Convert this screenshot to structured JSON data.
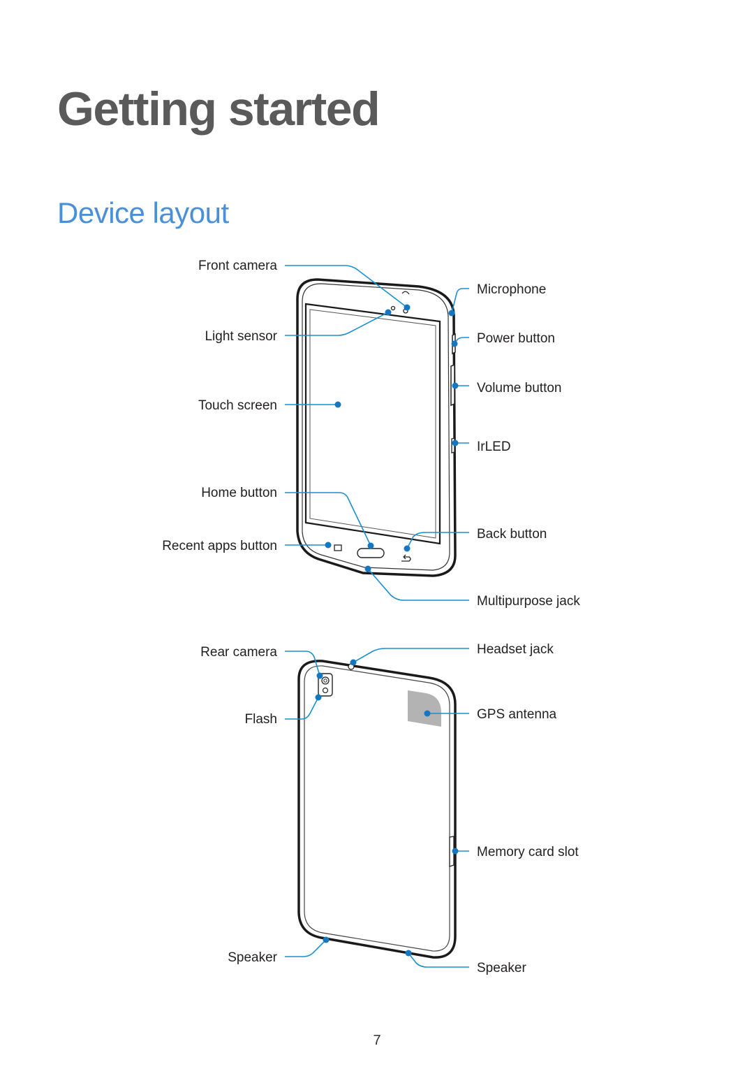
{
  "page": {
    "title": "Getting started",
    "section_title": "Device layout",
    "page_number": "7"
  },
  "front_view": {
    "left_labels": {
      "front_camera": "Front camera",
      "light_sensor": "Light sensor",
      "touch_screen": "Touch screen",
      "home_button": "Home button",
      "recent_apps_button": "Recent apps button"
    },
    "right_labels": {
      "microphone": "Microphone",
      "power_button": "Power button",
      "volume_button": "Volume button",
      "irled": "IrLED",
      "back_button": "Back button",
      "multipurpose_jack": "Multipurpose jack"
    }
  },
  "rear_view": {
    "left_labels": {
      "rear_camera": "Rear camera",
      "flash": "Flash",
      "speaker": "Speaker"
    },
    "right_labels": {
      "headset_jack": "Headset jack",
      "gps_antenna": "GPS antenna",
      "memory_card_slot": "Memory card slot",
      "speaker": "Speaker"
    }
  },
  "colors": {
    "title": "#5a5a5a",
    "section_title": "#4a90d9",
    "callout": "#1a8fd0",
    "device_outline": "#1a1a1a"
  }
}
